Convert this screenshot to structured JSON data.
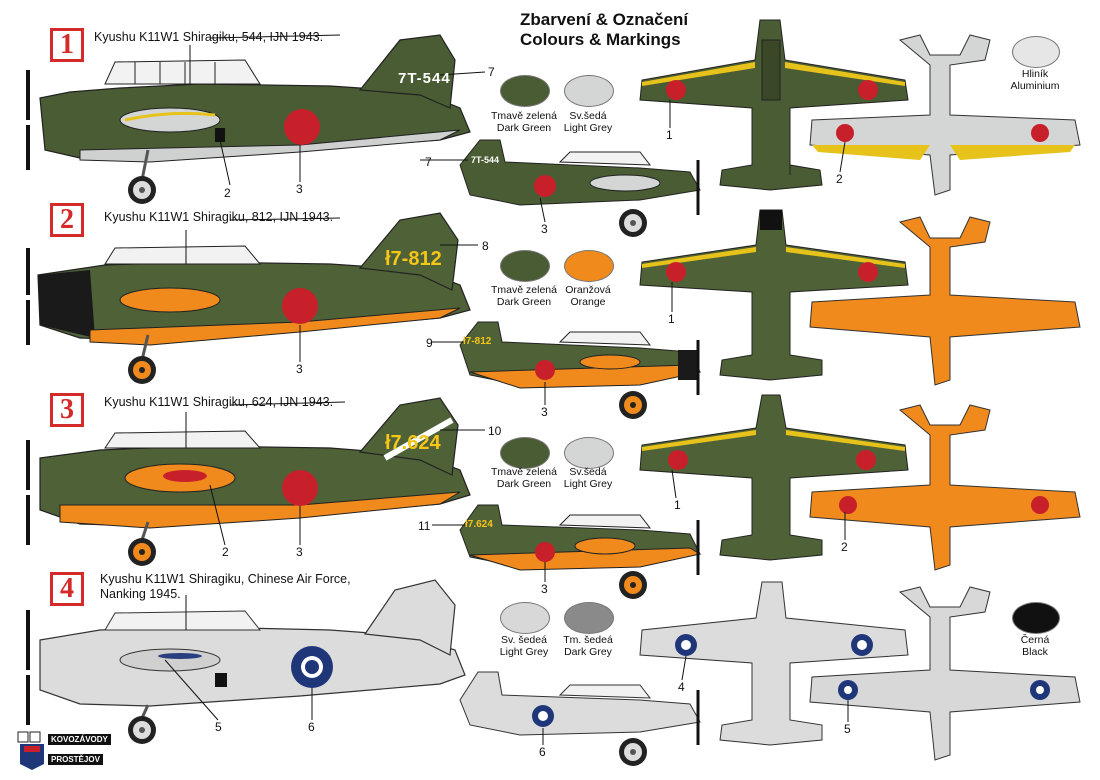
{
  "heading": {
    "line1": "Zbarvení & Označení",
    "line2": "Colours & Markings"
  },
  "schemes": [
    {
      "number": "1",
      "caption": "Kyushu K11W1 Shiragiku, 544, IJN 1943.",
      "tail_code": "7T-544",
      "small_code": "7T-544",
      "callouts": {
        "fin": "7",
        "small_fin": "7",
        "flap": "2",
        "fuselage_roundel": "3",
        "small_roundel": "3",
        "top_wing": "1",
        "bottom_wing": "2"
      },
      "colors": [
        {
          "cz": "Tmavě zelená",
          "en": "Dark Green",
          "hex": "#4a5c34"
        },
        {
          "cz": "Sv.šedá",
          "en": "Light Grey",
          "hex": "#d4d6d6"
        }
      ],
      "extra": {
        "cz": "Hliník",
        "en": "Aluminium",
        "hex": "#e6e6e6"
      }
    },
    {
      "number": "2",
      "caption": "Kyushu K11W1 Shiragiku, 812, IJN 1943.",
      "tail_code": "ł7-812",
      "small_code": "ł7-812",
      "callouts": {
        "fin": "8",
        "small_fin": "9",
        "fuselage_roundel": "3",
        "small_roundel": "3",
        "top_wing": "1"
      },
      "colors": [
        {
          "cz": "Tmavě zelená",
          "en": "Dark Green",
          "hex": "#4a5c34"
        },
        {
          "cz": "Oranžová",
          "en": "Orange",
          "hex": "#f08a1c"
        }
      ]
    },
    {
      "number": "3",
      "caption": "Kyushu K11W1 Shiragiku, 624, IJN 1943.",
      "tail_code": "ł7.624",
      "small_code": "ł7.624",
      "callouts": {
        "fin": "10",
        "small_fin": "11",
        "flap": "2",
        "fuselage_roundel": "3",
        "small_roundel": "3",
        "top_wing": "1",
        "bottom_wing": "2"
      },
      "colors": [
        {
          "cz": "Tmavě zelená",
          "en": "Dark Green",
          "hex": "#4a5c34"
        },
        {
          "cz": "Sv.šedá",
          "en": "Light Grey",
          "hex": "#d4d6d6"
        }
      ]
    },
    {
      "number": "4",
      "caption_line1": "Kyushu K11W1 Shiragiku, Chinese Air Force,",
      "caption_line2": "Nanking 1945.",
      "callouts": {
        "wing_roundel": "5",
        "fuselage_roundel": "6",
        "small_roundel": "6",
        "top_wing": "4",
        "bottom_wing": "5"
      },
      "colors": [
        {
          "cz": "Sv. šedeá",
          "en": "Light Grey",
          "hex": "#d8d8d8"
        },
        {
          "cz": "Tm. šedeá",
          "en": "Dark Grey",
          "hex": "#8a8a8a"
        }
      ],
      "extra": {
        "cz": "Černá",
        "en": "Black",
        "hex": "#111111"
      }
    }
  ],
  "logo": {
    "line1": "KOVOZÁVODY",
    "line2": "PROSTĚJOV"
  }
}
